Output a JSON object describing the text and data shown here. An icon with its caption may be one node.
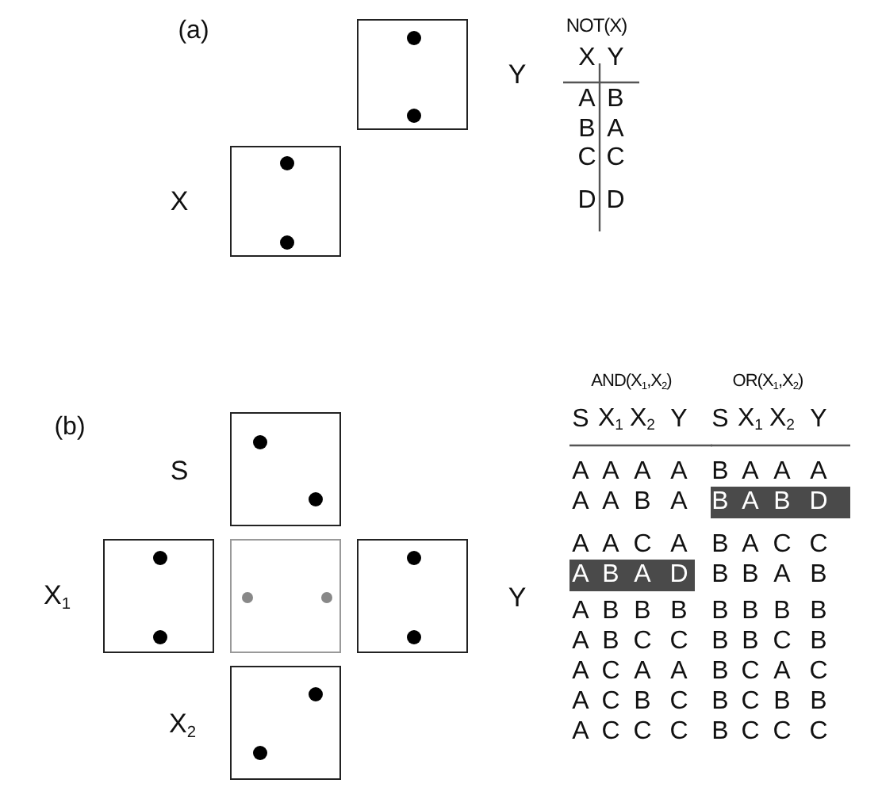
{
  "diagram": {
    "nodes": [
      {
        "text": [],
        "shape": "box",
        "beside": [
          "Y"
        ]
      },
      {
        "text": [],
        "shape": "box",
        "beside": [
          "X"
        ]
      },
      {
        "text": [],
        "shape": "box",
        "beside": [
          "S"
        ]
      },
      {
        "text": [],
        "shape": "box",
        "beside": [
          "X$_{1}$"
        ]
      },
      {
        "text": [],
        "shape": "box"
      },
      {
        "text": [],
        "shape": "box",
        "beside": [
          "Y"
        ]
      },
      {
        "text": [],
        "shape": "box",
        "beside": [
          "X$_{2}$"
        ]
      }
    ],
    "labels": [
      "(a)",
      "NOT(X)",
      "X",
      "Y",
      "A",
      "B",
      "B",
      "A",
      "C",
      "C",
      "D",
      "D",
      "(b)",
      "AND(X$_{1}$,X$_{2}$)",
      "OR(X$_{1}$,X$_{2}$)",
      "S",
      "X$_{1}$",
      "X$_{2}$",
      "Y",
      "S",
      "X$_{1}$",
      "X$_{2}$",
      "Y",
      "A",
      "A",
      "A",
      "A",
      "B",
      "A",
      "A",
      "A",
      "A",
      "A",
      "B",
      "A",
      "B",
      "A",
      "B",
      "D",
      "A",
      "A",
      "C",
      "A",
      "B",
      "A",
      "C",
      "C",
      "A",
      "B",
      "A",
      "D",
      "B",
      "B",
      "A",
      "B",
      "A",
      "B",
      "B",
      "B",
      "B",
      "B",
      "B",
      "B",
      "A",
      "B",
      "C",
      "C",
      "B",
      "B",
      "C",
      "B",
      "A",
      "C",
      "A",
      "A",
      "B",
      "C",
      "A",
      "C",
      "A",
      "C",
      "B",
      "C",
      "B",
      "C",
      "B",
      "B",
      "A",
      "C",
      "C",
      "C",
      "B",
      "C",
      "C",
      "C"
    ]
  }
}
